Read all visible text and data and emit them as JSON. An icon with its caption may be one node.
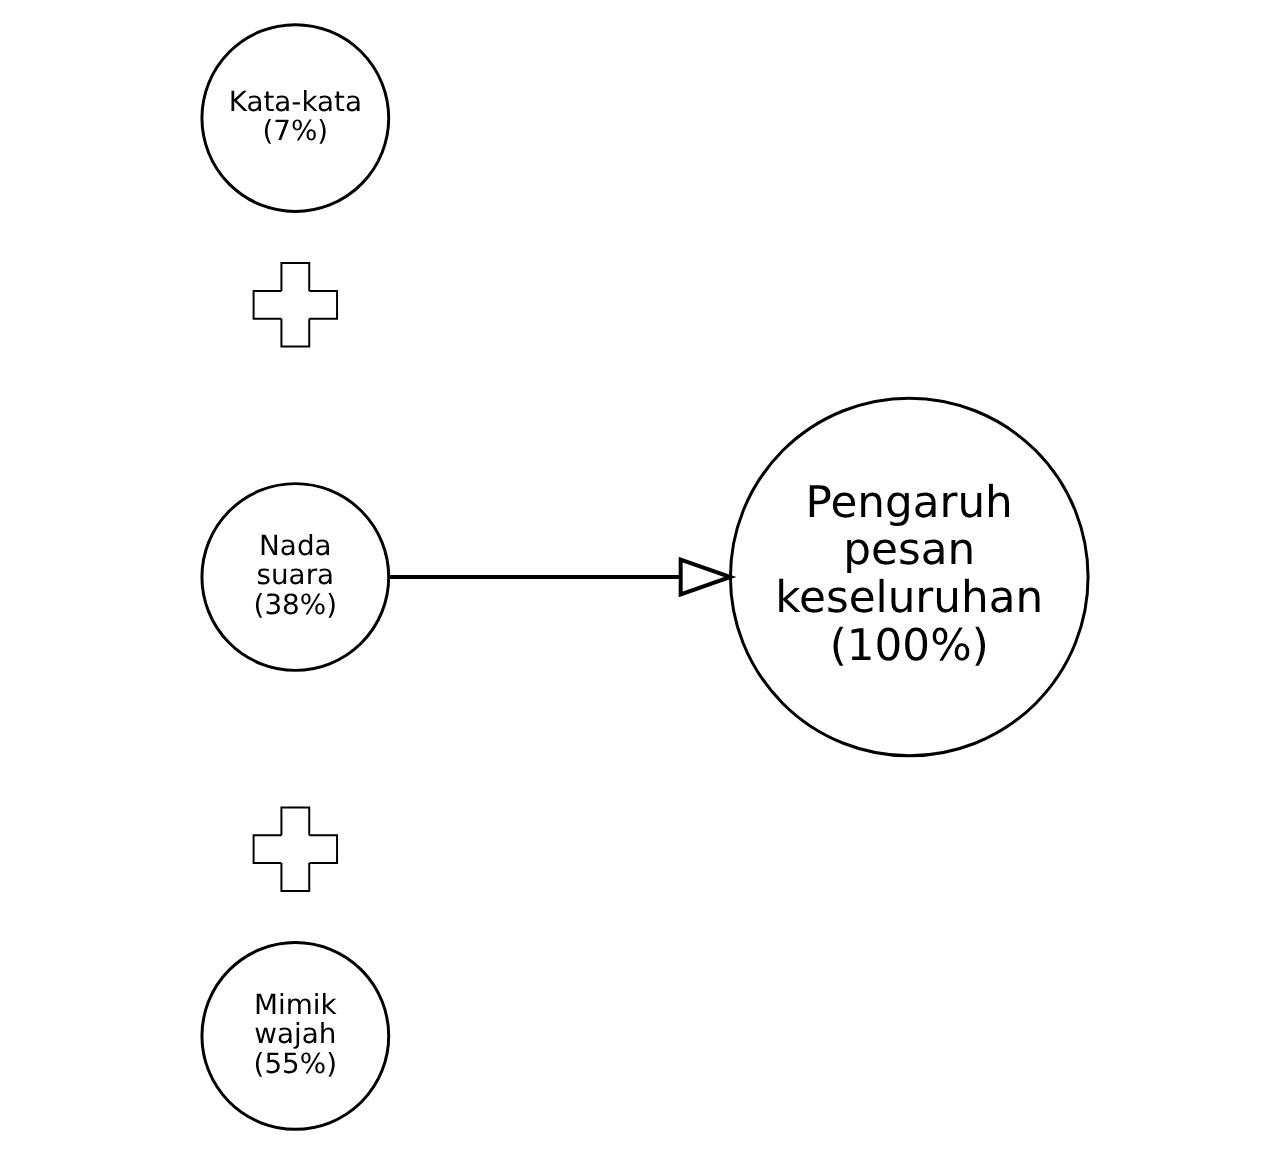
{
  "diagram": {
    "nodes": [
      {
        "text": [
          "Kata-kata (7%)"
        ]
      },
      {
        "text": [],
        "shape": "plus"
      },
      {
        "text": [
          "Nada suara (38%)"
        ]
      },
      {
        "text": [
          "Pengaruh pesan keseluruhan",
          "(100%)"
        ]
      },
      {
        "text": [],
        "shape": "plus"
      },
      {
        "text": [
          "Mimik wajah (55%)"
        ]
      }
    ],
    "edges": [
      {
        "from": 2,
        "to": 3,
        "arrow": "to"
      }
    ]
  }
}
